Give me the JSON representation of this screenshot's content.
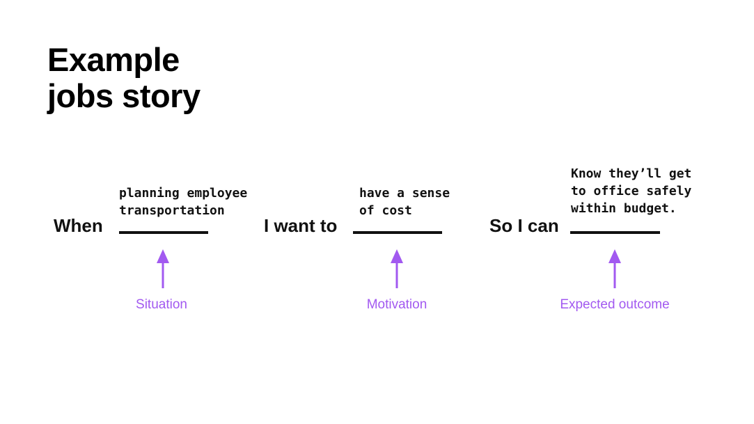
{
  "title": {
    "line1": "Example",
    "line2": "jobs story"
  },
  "accent_color": "#a259f0",
  "columns": [
    {
      "prefix": "When",
      "filled_text": [
        "planning employee",
        "transportation"
      ],
      "caption": "Situation"
    },
    {
      "prefix": "I want to",
      "filled_text": [
        "have a sense",
        "of cost"
      ],
      "caption": "Motivation"
    },
    {
      "prefix": "So I can",
      "filled_text": [
        "Know they’ll get",
        "to office safely",
        "within budget."
      ],
      "caption": "Expected outcome"
    }
  ]
}
